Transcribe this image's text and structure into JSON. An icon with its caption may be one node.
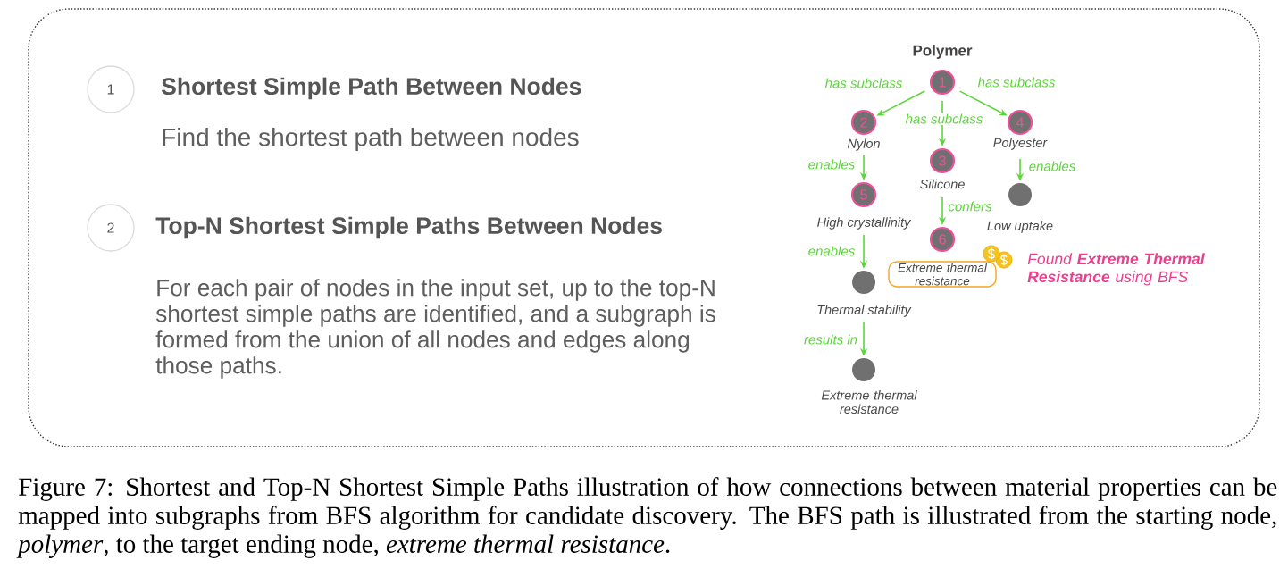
{
  "diagram": {
    "caption": "Figure 7: Shortest and Top-N Shortest Simple Paths illustration of how connections between material properties can be mapped into subgraphs from BFS algorithm for candidate discovery. The BFS path is illustrated from the starting node, *polymer*, to the target ending node, *extreme thermal resistance*.",
    "nodes": [
      {
        "text": [
          "1"
        ],
        "beside": [
          "Shortest Simple Path Between Nodes",
          "Find the shortest path between nodes"
        ]
      },
      {
        "text": [
          "2"
        ],
        "beside": [
          "Top-N Shortest Simple Paths Between Nodes",
          "For each pair of nodes in the input set, up to the top-N shortest simple paths are identified, and a subgraph is formed from the union of all nodes and edges along those paths."
        ]
      },
      {
        "text": [
          "1"
        ],
        "beside": [
          "Polymer"
        ]
      },
      {
        "text": [
          "2"
        ],
        "beside": [
          "Nylon"
        ]
      },
      {
        "text": [
          "3"
        ],
        "beside": [
          "Silicone"
        ]
      },
      {
        "text": [
          "4"
        ],
        "beside": [
          "Polyester"
        ]
      },
      {
        "text": [
          "5"
        ],
        "beside": [
          "High crystallinity"
        ]
      },
      {
        "text": [],
        "shape": "circle",
        "beside": [
          "Low uptake"
        ]
      },
      {
        "text": [
          "6"
        ]
      },
      {
        "text": [
          "Extreme thermal resistance"
        ]
      },
      {
        "text": [],
        "shape": "circle",
        "beside": [
          "Thermal stability"
        ]
      },
      {
        "text": [],
        "shape": "circle",
        "beside": [
          "Extreme thermal resistance"
        ]
      }
    ],
    "edges": [
      {
        "from": 2,
        "to": 3,
        "arrow": "to",
        "label": "has subclass"
      },
      {
        "from": 2,
        "to": 4,
        "arrow": "to",
        "label": "has subclass"
      },
      {
        "from": 2,
        "to": 5,
        "arrow": "to",
        "label": "has subclass"
      },
      {
        "from": 3,
        "to": 6,
        "arrow": "to",
        "label": "enables"
      },
      {
        "from": 4,
        "to": 8,
        "arrow": "to",
        "label": "confers"
      },
      {
        "from": 5,
        "to": 7,
        "arrow": "to",
        "label": "enables"
      },
      {
        "from": 6,
        "to": 10,
        "arrow": "to",
        "label": "enables"
      },
      {
        "from": 10,
        "to": 11,
        "arrow": "to",
        "label": "results in"
      }
    ],
    "labels": [
      "Found **Extreme Thermal Resistance** using BFS"
    ]
  }
}
